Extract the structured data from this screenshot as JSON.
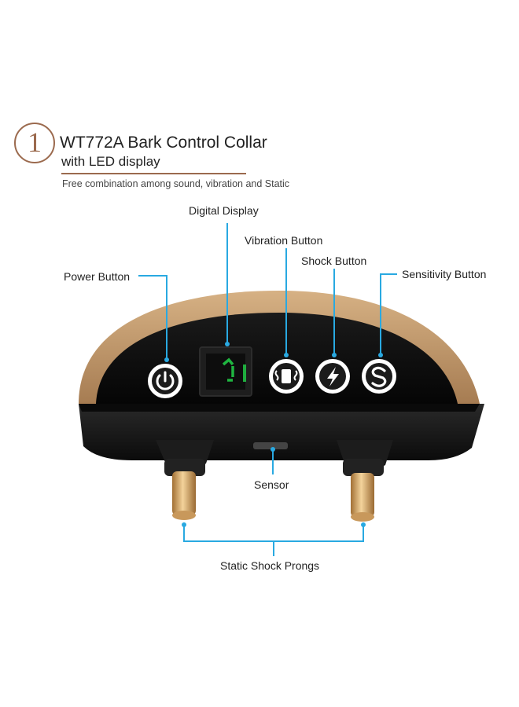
{
  "header": {
    "badge_number": "1",
    "title": "WT772A Bark Control Collar",
    "subtitle": "with LED display",
    "description": "Free combination among sound, vibration and Static"
  },
  "callouts": {
    "power_button": "Power Button",
    "digital_display": "Digital Display",
    "vibration_button": "Vibration Button",
    "shock_button": "Shock Button",
    "sensitivity_button": "Sensitivity Button",
    "sensor": "Sensor",
    "static_shock_prongs": "Static Shock Prongs"
  },
  "icons": {
    "power": "power-icon",
    "vibration": "vibration-icon",
    "shock": "lightning-icon",
    "sensitivity": "s-letter-icon"
  },
  "colors": {
    "accent": "#9b6a4e",
    "callout_line": "#29a9e1",
    "shell": "#c49a6c",
    "face": "#141414",
    "led": "#23d44a"
  }
}
